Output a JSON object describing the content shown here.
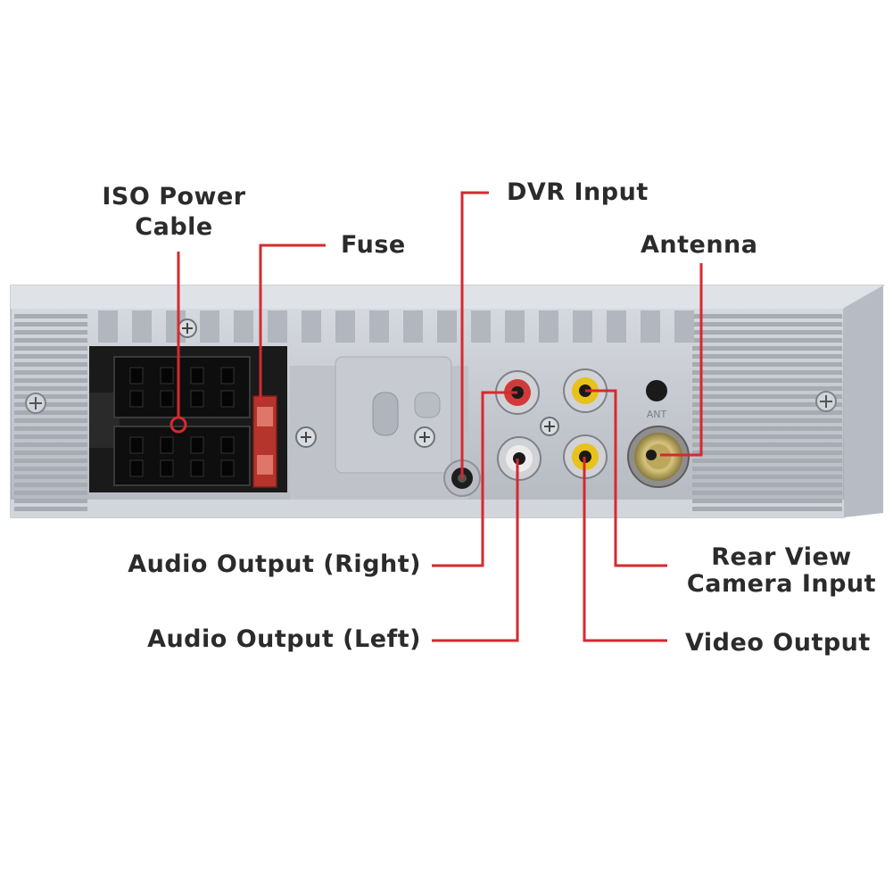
{
  "labels": {
    "iso_power_line1": "ISO Power",
    "iso_power_line2": "Cable",
    "fuse": "Fuse",
    "dvr_input": "DVR Input",
    "antenna": "Antenna",
    "ant_marking": "ANT",
    "audio_right": "Audio Output (Right)",
    "audio_left": "Audio Output (Left)",
    "rear_cam_line1": "Rear View",
    "rear_cam_line2": "Camera Input",
    "video_output": "Video Output"
  },
  "colors": {
    "callout_line": "#d42a2f",
    "panel": "#c9ccd3",
    "panel_dark": "#9fa3ab",
    "connector": "#1c1c1c",
    "fuse": "#c0392b",
    "rca_red": "#d23a3a",
    "rca_yellow": "#e8c21a",
    "rca_white": "#e6e6e6",
    "antenna_gold": "#c8b46a"
  }
}
